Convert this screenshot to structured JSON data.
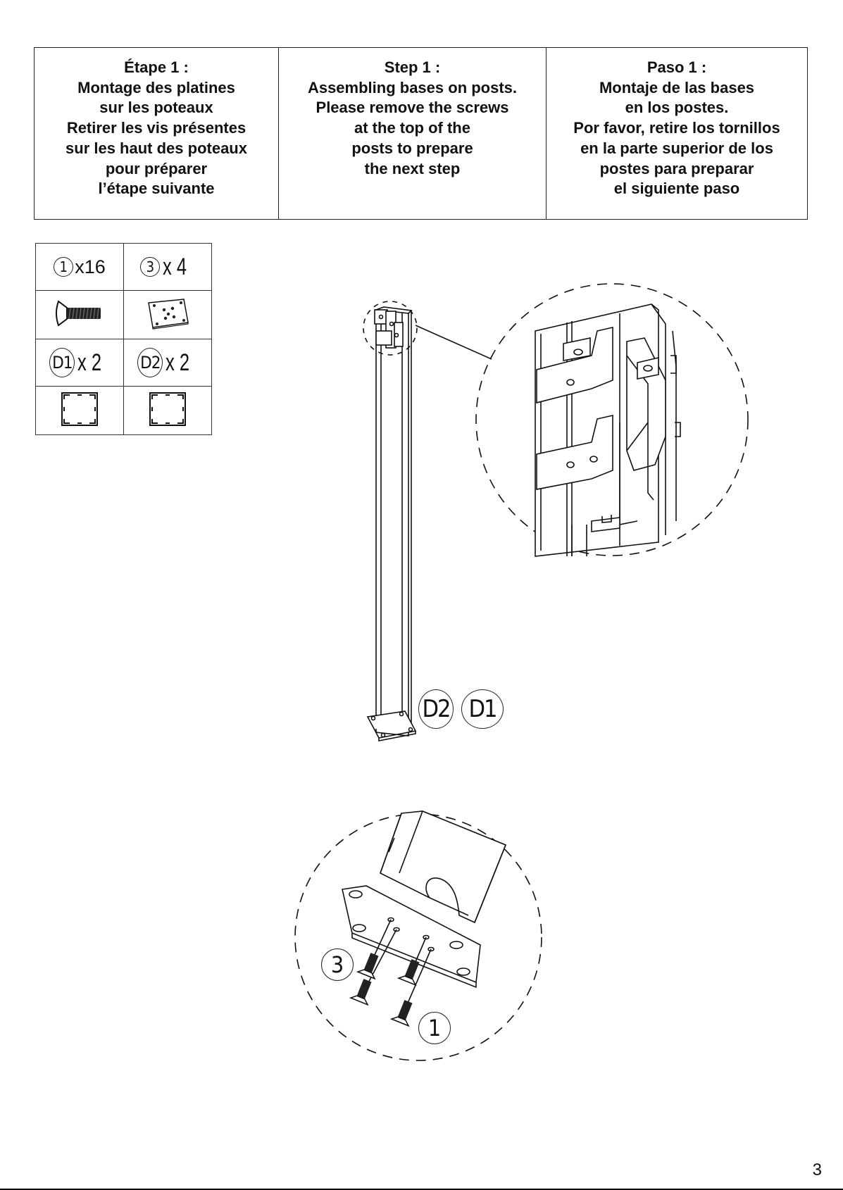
{
  "steps": [
    {
      "lines": [
        "Étape 1 :",
        "Montage des platines",
        "sur les poteaux",
        "Retirer les vis présentes",
        "sur les haut des poteaux",
        "pour préparer",
        "l’étape suivante"
      ]
    },
    {
      "lines": [
        "Step 1  :",
        "Assembling bases on posts.",
        "Please remove the screws",
        "at the top of the",
        "posts to prepare",
        "the next step"
      ]
    },
    {
      "lines": [
        "Paso 1 :",
        "Montaje de las bases",
        "en los postes.",
        "Por favor, retire los tornillos",
        "en la parte superior de los",
        "postes para preparar",
        "el siguiente paso"
      ]
    }
  ],
  "parts": {
    "screw": {
      "ref": "1",
      "qty": "x16",
      "icon": "countersunk-screw-icon"
    },
    "base_plate": {
      "ref": "3",
      "qty": "x 4",
      "icon": "base-plate-icon"
    },
    "post_d1": {
      "ref": "D1",
      "qty": "x 2",
      "icon": "post-end-icon"
    },
    "post_d2": {
      "ref": "D2",
      "qty": "x 2",
      "icon": "post-end-icon"
    }
  },
  "callouts": {
    "post_d2": "D2",
    "post_d1": "D1",
    "plate": "3",
    "screw": "1"
  },
  "page_number": "3"
}
